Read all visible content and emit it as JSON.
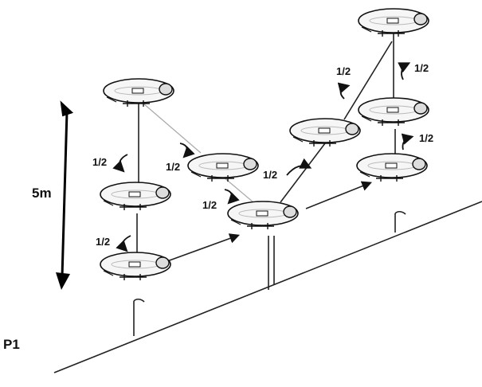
{
  "labels": {
    "height": "5m",
    "start": "P1",
    "half": "1/2"
  },
  "icons": [
    "helicopter-icon",
    "flag-icon",
    "double-arrow-icon",
    "curved-arrow-icon"
  ]
}
